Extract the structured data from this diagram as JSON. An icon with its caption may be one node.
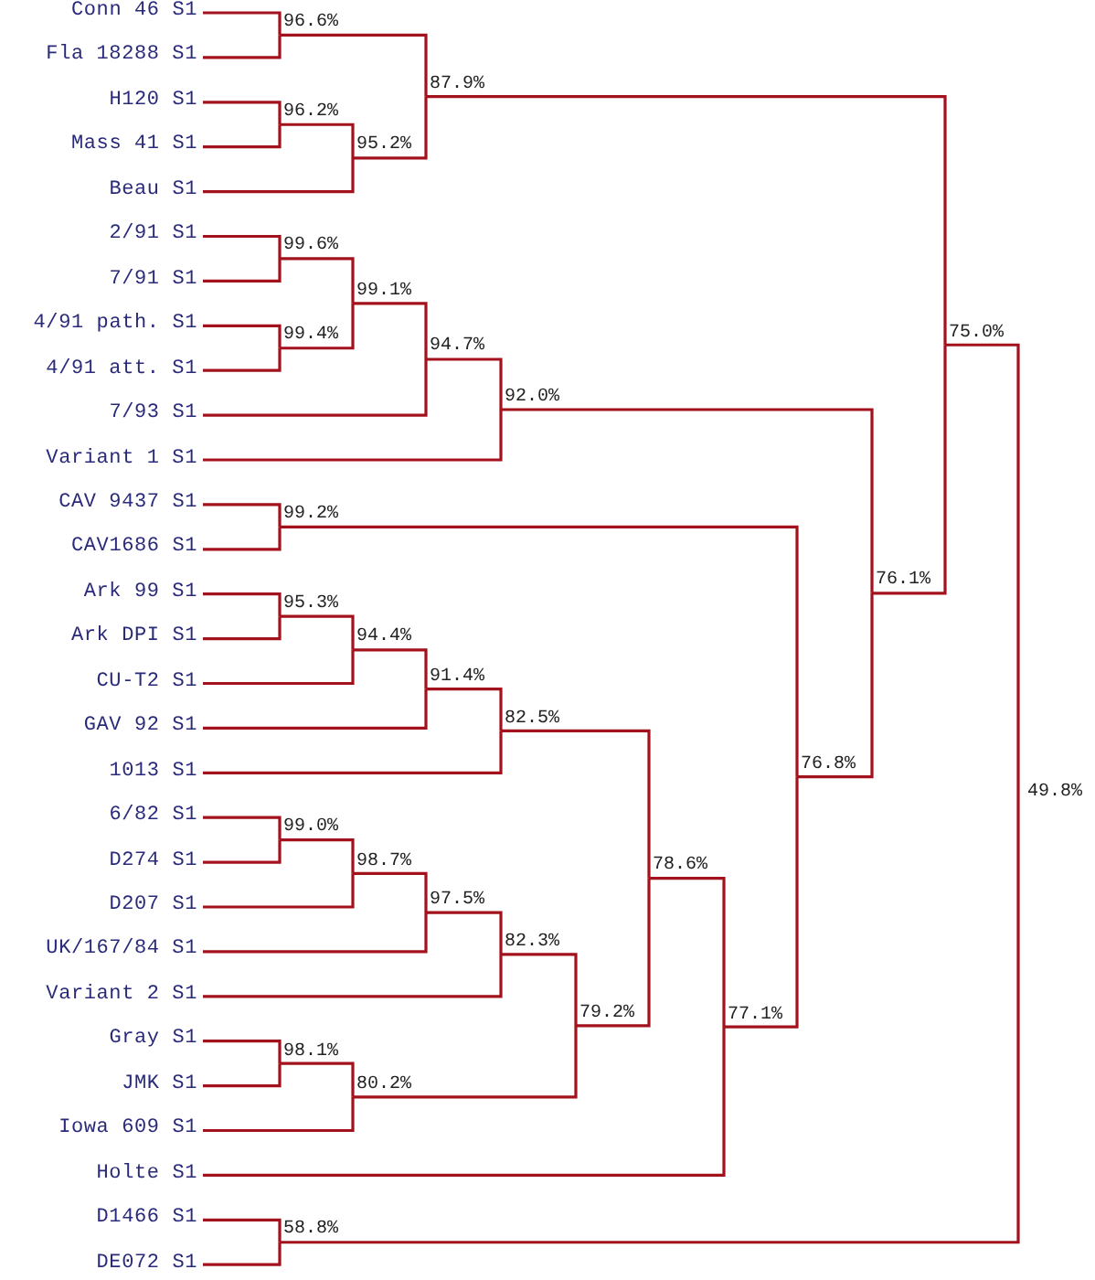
{
  "diagram": {
    "nodes": [
      {
        "text": [
          "Conn 46 S1"
        ]
      },
      {
        "text": [
          "Fla 18288 S1"
        ]
      },
      {
        "text": [
          "H120 S1"
        ]
      },
      {
        "text": [
          "Mass 41 S1"
        ]
      },
      {
        "text": [
          "Beau S1"
        ]
      },
      {
        "text": [
          "2/91 S1"
        ]
      },
      {
        "text": [
          "7/91 S1"
        ]
      },
      {
        "text": [
          "4/91 path. S1"
        ]
      },
      {
        "text": [
          "4/91 att. S1"
        ]
      },
      {
        "text": [
          "7/93 S1"
        ]
      },
      {
        "text": [
          "Variant 1 S1"
        ]
      },
      {
        "text": [
          "CAV 9437 S1"
        ]
      },
      {
        "text": [
          "CAV1686 S1"
        ]
      },
      {
        "text": [
          "Ark 99 S1"
        ]
      },
      {
        "text": [
          "Ark DPI S1"
        ]
      },
      {
        "text": [
          "CU-T2 S1"
        ]
      },
      {
        "text": [
          "GAV 92 S1"
        ]
      },
      {
        "text": [
          "1013 S1"
        ]
      },
      {
        "text": [
          "6/82 S1"
        ]
      },
      {
        "text": [
          "D274 S1"
        ]
      },
      {
        "text": [
          "D207 S1"
        ]
      },
      {
        "text": [
          "UK/167/84 S1"
        ]
      },
      {
        "text": [
          "Variant 2 S1"
        ]
      },
      {
        "text": [
          "Gray S1"
        ]
      },
      {
        "text": [
          "JMK S1"
        ]
      },
      {
        "text": [
          "Iowa 609 S1"
        ]
      },
      {
        "text": [
          "Holte S1"
        ]
      },
      {
        "text": [
          "D1466 S1"
        ]
      },
      {
        "text": [
          "DE072 S1"
        ]
      },
      {
        "text": [
          "96.6%"
        ]
      },
      {
        "text": [
          "96.2%"
        ]
      },
      {
        "text": [
          "95.2%"
        ]
      },
      {
        "text": [
          "87.9%"
        ]
      },
      {
        "text": [
          "99.6%"
        ]
      },
      {
        "text": [
          "99.4%"
        ]
      },
      {
        "text": [
          "99.1%"
        ]
      },
      {
        "text": [
          "94.7%"
        ]
      },
      {
        "text": [
          "92.0%"
        ]
      },
      {
        "text": [
          "99.2%"
        ]
      },
      {
        "text": [
          "95.3%"
        ]
      },
      {
        "text": [
          "94.4%"
        ]
      },
      {
        "text": [
          "91.4%"
        ]
      },
      {
        "text": [
          "82.5%"
        ]
      },
      {
        "text": [
          "99.0%"
        ]
      },
      {
        "text": [
          "98.7%"
        ]
      },
      {
        "text": [
          "97.5%"
        ]
      },
      {
        "text": [
          "82.3%"
        ]
      },
      {
        "text": [
          "98.1%"
        ]
      },
      {
        "text": [
          "80.2%"
        ]
      },
      {
        "text": [
          "79.2%"
        ]
      },
      {
        "text": [
          "78.6%"
        ]
      },
      {
        "text": [
          "77.1%"
        ]
      },
      {
        "text": [
          "76.8%"
        ]
      },
      {
        "text": [
          "76.1%"
        ]
      },
      {
        "text": [
          "75.0%"
        ]
      },
      {
        "text": [
          "58.8%"
        ]
      },
      {
        "text": [
          "49.8%"
        ]
      }
    ],
    "edges": [
      {
        "from": 0,
        "to": 29,
        "arrow": "none"
      },
      {
        "from": 1,
        "to": 29,
        "arrow": "none"
      },
      {
        "from": 2,
        "to": 30,
        "arrow": "none"
      },
      {
        "from": 3,
        "to": 30,
        "arrow": "none"
      },
      {
        "from": 30,
        "to": 31,
        "arrow": "none"
      },
      {
        "from": 4,
        "to": 31,
        "arrow": "none"
      },
      {
        "from": 29,
        "to": 32,
        "arrow": "none"
      },
      {
        "from": 31,
        "to": 32,
        "arrow": "none"
      },
      {
        "from": 5,
        "to": 33,
        "arrow": "none"
      },
      {
        "from": 6,
        "to": 33,
        "arrow": "none"
      },
      {
        "from": 7,
        "to": 34,
        "arrow": "none"
      },
      {
        "from": 8,
        "to": 34,
        "arrow": "none"
      },
      {
        "from": 33,
        "to": 35,
        "arrow": "none"
      },
      {
        "from": 34,
        "to": 35,
        "arrow": "none"
      },
      {
        "from": 35,
        "to": 36,
        "arrow": "none"
      },
      {
        "from": 9,
        "to": 36,
        "arrow": "none"
      },
      {
        "from": 36,
        "to": 37,
        "arrow": "none"
      },
      {
        "from": 10,
        "to": 37,
        "arrow": "none"
      },
      {
        "from": 11,
        "to": 38,
        "arrow": "none"
      },
      {
        "from": 12,
        "to": 38,
        "arrow": "none"
      },
      {
        "from": 13,
        "to": 39,
        "arrow": "none"
      },
      {
        "from": 14,
        "to": 39,
        "arrow": "none"
      },
      {
        "from": 39,
        "to": 40,
        "arrow": "none"
      },
      {
        "from": 15,
        "to": 40,
        "arrow": "none"
      },
      {
        "from": 40,
        "to": 41,
        "arrow": "none"
      },
      {
        "from": 16,
        "to": 41,
        "arrow": "none"
      },
      {
        "from": 41,
        "to": 42,
        "arrow": "none"
      },
      {
        "from": 17,
        "to": 42,
        "arrow": "none"
      },
      {
        "from": 18,
        "to": 43,
        "arrow": "none"
      },
      {
        "from": 19,
        "to": 43,
        "arrow": "none"
      },
      {
        "from": 43,
        "to": 44,
        "arrow": "none"
      },
      {
        "from": 20,
        "to": 44,
        "arrow": "none"
      },
      {
        "from": 44,
        "to": 45,
        "arrow": "none"
      },
      {
        "from": 21,
        "to": 45,
        "arrow": "none"
      },
      {
        "from": 45,
        "to": 46,
        "arrow": "none"
      },
      {
        "from": 22,
        "to": 46,
        "arrow": "none"
      },
      {
        "from": 23,
        "to": 47,
        "arrow": "none"
      },
      {
        "from": 24,
        "to": 47,
        "arrow": "none"
      },
      {
        "from": 47,
        "to": 48,
        "arrow": "none"
      },
      {
        "from": 25,
        "to": 48,
        "arrow": "none"
      },
      {
        "from": 46,
        "to": 49,
        "arrow": "none"
      },
      {
        "from": 48,
        "to": 49,
        "arrow": "none"
      },
      {
        "from": 42,
        "to": 50,
        "arrow": "none"
      },
      {
        "from": 49,
        "to": 50,
        "arrow": "none"
      },
      {
        "from": 50,
        "to": 51,
        "arrow": "none"
      },
      {
        "from": 26,
        "to": 51,
        "arrow": "none"
      },
      {
        "from": 38,
        "to": 52,
        "arrow": "none"
      },
      {
        "from": 51,
        "to": 52,
        "arrow": "none"
      },
      {
        "from": 37,
        "to": 53,
        "arrow": "none"
      },
      {
        "from": 52,
        "to": 53,
        "arrow": "none"
      },
      {
        "from": 32,
        "to": 54,
        "arrow": "none"
      },
      {
        "from": 53,
        "to": 54,
        "arrow": "none"
      },
      {
        "from": 27,
        "to": 55,
        "arrow": "none"
      },
      {
        "from": 28,
        "to": 55,
        "arrow": "none"
      },
      {
        "from": 54,
        "to": 56,
        "arrow": "none"
      },
      {
        "from": 55,
        "to": 56,
        "arrow": "none"
      }
    ]
  }
}
